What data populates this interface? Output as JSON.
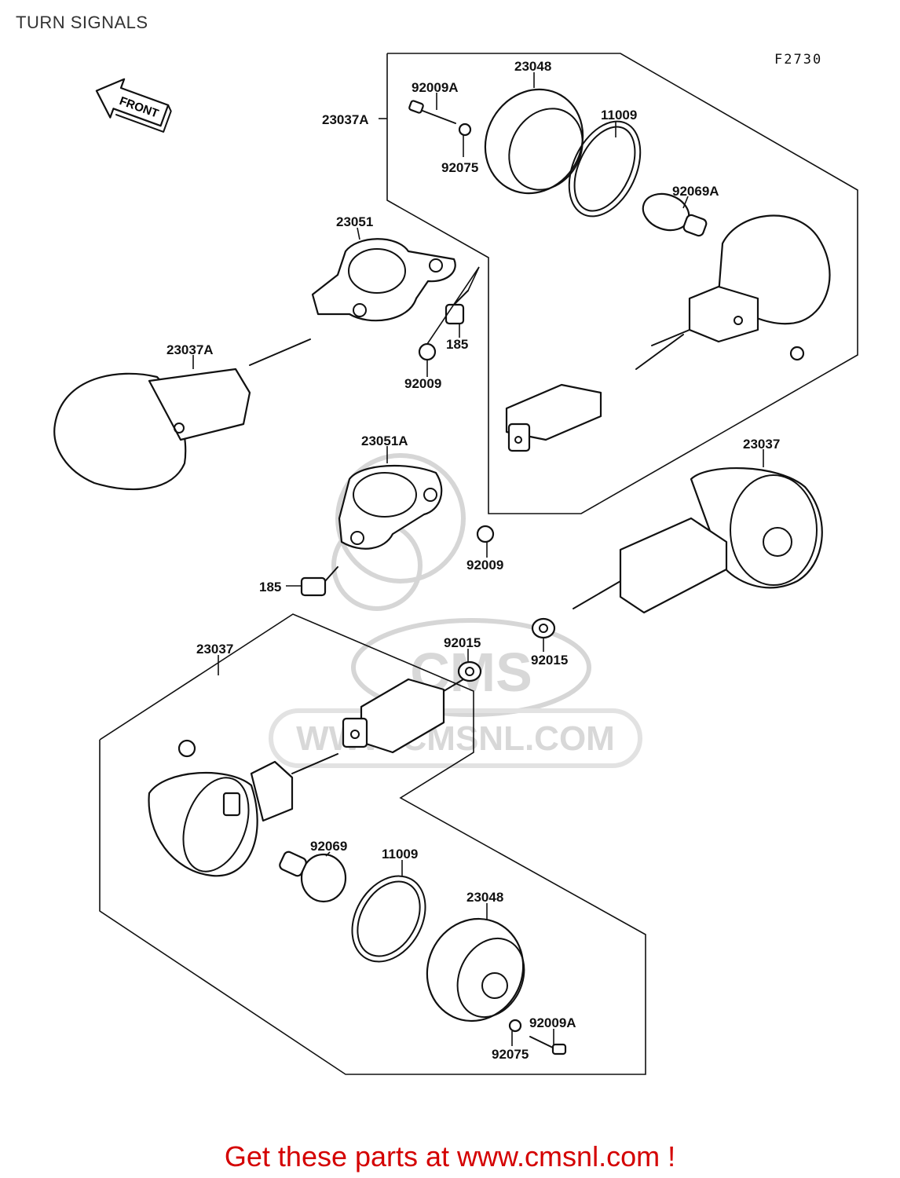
{
  "header": {
    "title": "TURN SIGNALS",
    "figure_code": "F2730"
  },
  "front_arrow": {
    "label": "FRONT",
    "icon": "front-arrow-icon"
  },
  "watermark": {
    "text": "WWW.CMSNL.COM",
    "logo": "CMS"
  },
  "parts": {
    "p_23048_top": "23048",
    "p_92009A_top": "92009A",
    "p_23037A_top": "23037A",
    "p_11009_top": "11009",
    "p_92075_top": "92075",
    "p_92069A": "92069A",
    "p_23051": "23051",
    "p_185_top": "185",
    "p_23037A_left": "23037A",
    "p_92009_upper": "92009",
    "p_23051A": "23051A",
    "p_23037_right": "23037",
    "p_92009_mid": "92009",
    "p_185_mid": "185",
    "p_23037_bottom": "23037",
    "p_92015_a": "92015",
    "p_92015_b": "92015",
    "p_92069": "92069",
    "p_11009_bottom": "11009",
    "p_23048_bottom": "23048",
    "p_92009A_bottom": "92009A",
    "p_92075_bottom": "92075"
  },
  "footer": {
    "cta": "Get these parts at www.cmsnl.com !",
    "cta_color": "#d40000"
  }
}
